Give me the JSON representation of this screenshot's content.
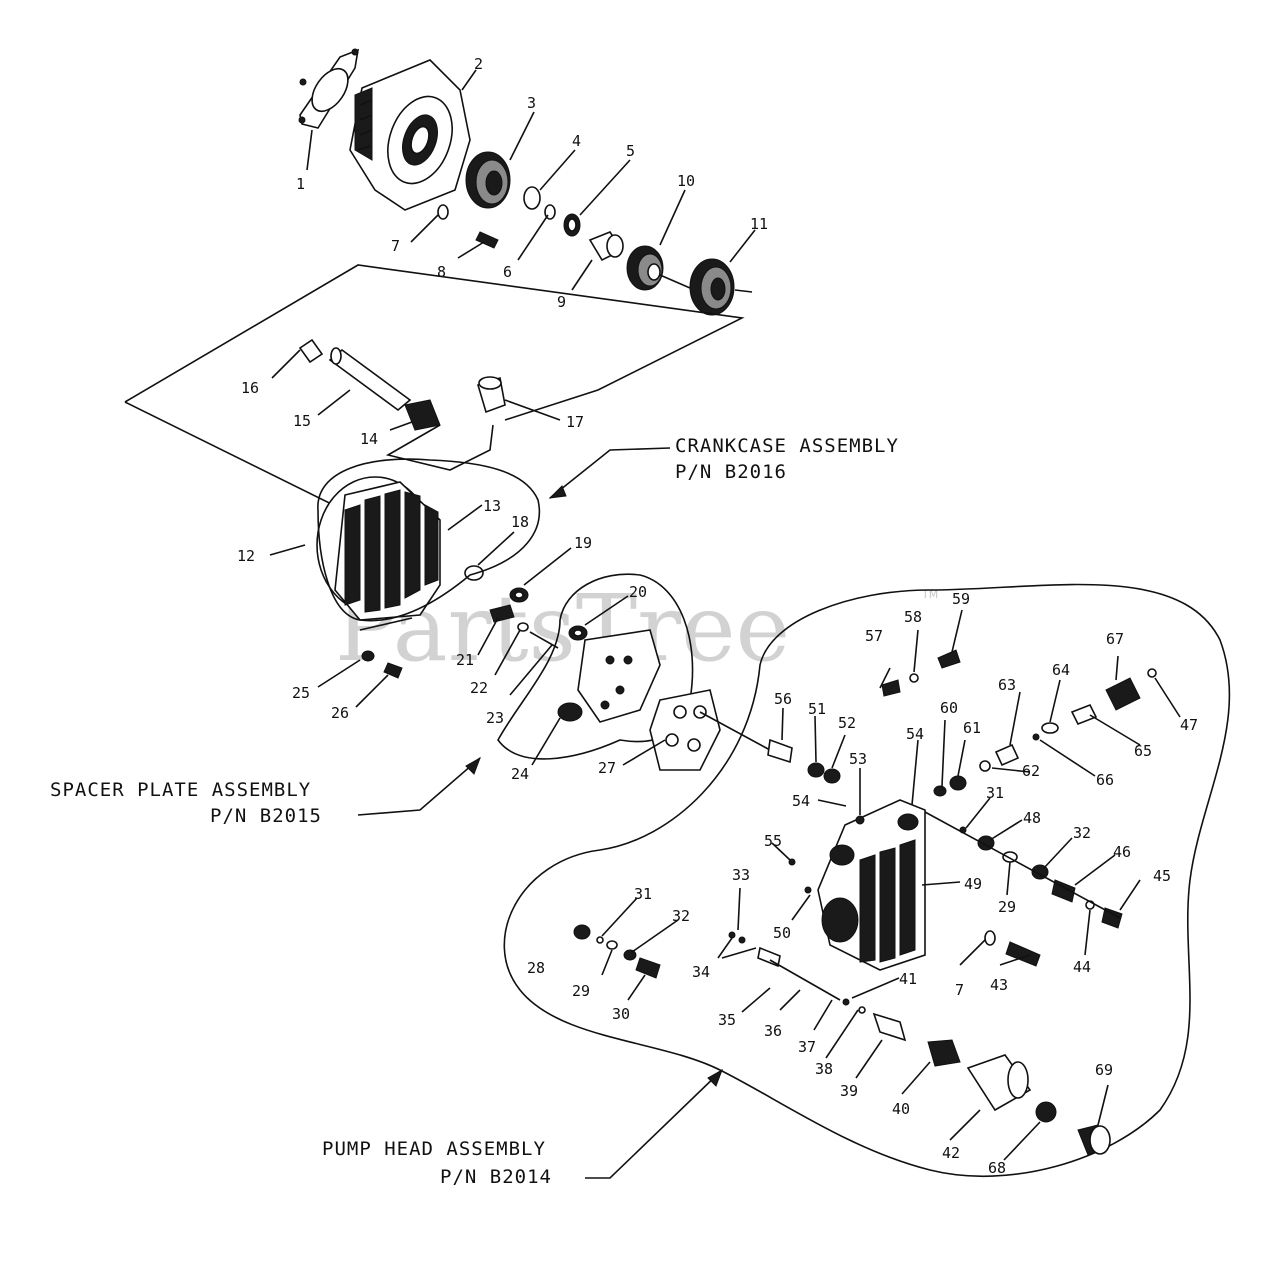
{
  "watermark": {
    "text": "PartsTree",
    "mark": "TM"
  },
  "assemblies": [
    {
      "name": "CRANKCASE ASSEMBLY",
      "pn": "P/N  B2016"
    },
    {
      "name": "SPACER PLATE ASSEMBLY",
      "pn": "P/N  B2015"
    },
    {
      "name": "PUMP HEAD ASSEMBLY",
      "pn": "P/N  B2014"
    }
  ],
  "callouts": [
    "1",
    "2",
    "3",
    "4",
    "5",
    "6",
    "7",
    "8",
    "9",
    "10",
    "11",
    "12",
    "13",
    "14",
    "15",
    "16",
    "17",
    "18",
    "19",
    "20",
    "21",
    "22",
    "23",
    "24",
    "25",
    "26",
    "27",
    "28",
    "29",
    "30",
    "31",
    "32",
    "33",
    "34",
    "35",
    "36",
    "37",
    "38",
    "39",
    "40",
    "41",
    "42",
    "43",
    "44",
    "45",
    "46",
    "47",
    "48",
    "49",
    "50",
    "51",
    "52",
    "53",
    "54",
    "55",
    "56",
    "57",
    "58",
    "59",
    "60",
    "61",
    "62",
    "63",
    "64",
    "65",
    "66",
    "67",
    "68",
    "69"
  ],
  "callouts_repeated": [
    "7",
    "29",
    "31",
    "32",
    "54"
  ]
}
